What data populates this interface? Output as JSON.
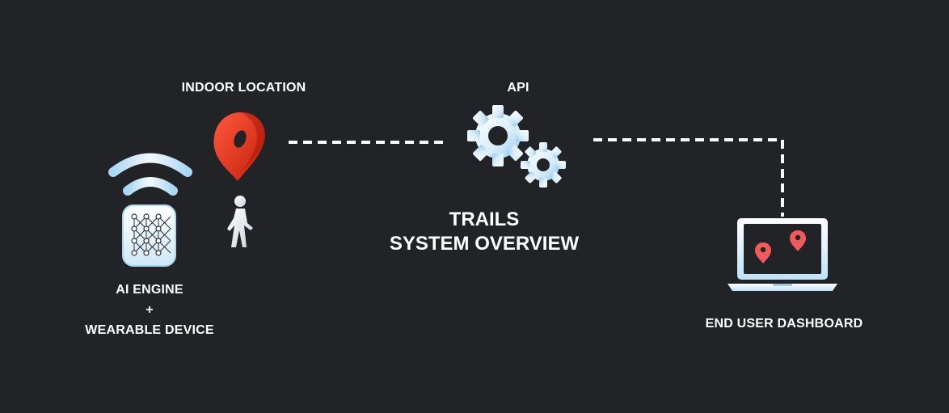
{
  "diagram": {
    "title_line1": "TRAILS",
    "title_line2": "SYSTEM OVERVIEW",
    "nodes": {
      "indoor_location": {
        "label": "INDOOR LOCATION",
        "icon": "location-pin-icon"
      },
      "api": {
        "label": "API",
        "icon": "gears-icon"
      },
      "ai_engine": {
        "label_line1": "AI ENGINE",
        "label_line2": "+",
        "label_line3": "WEARABLE DEVICE",
        "icon": "neural-network-chip-icon"
      },
      "dashboard": {
        "label": "END USER DASHBOARD",
        "icon": "laptop-icon"
      }
    },
    "connectors": {
      "style": "dashed",
      "color": "#ffffff"
    },
    "colors": {
      "background": "#212327",
      "pin": "#e8321c",
      "icon_light": "#eaf4fb",
      "icon_blue": "#9fd0f0",
      "dashboard_pin": "#f05a5a"
    }
  }
}
